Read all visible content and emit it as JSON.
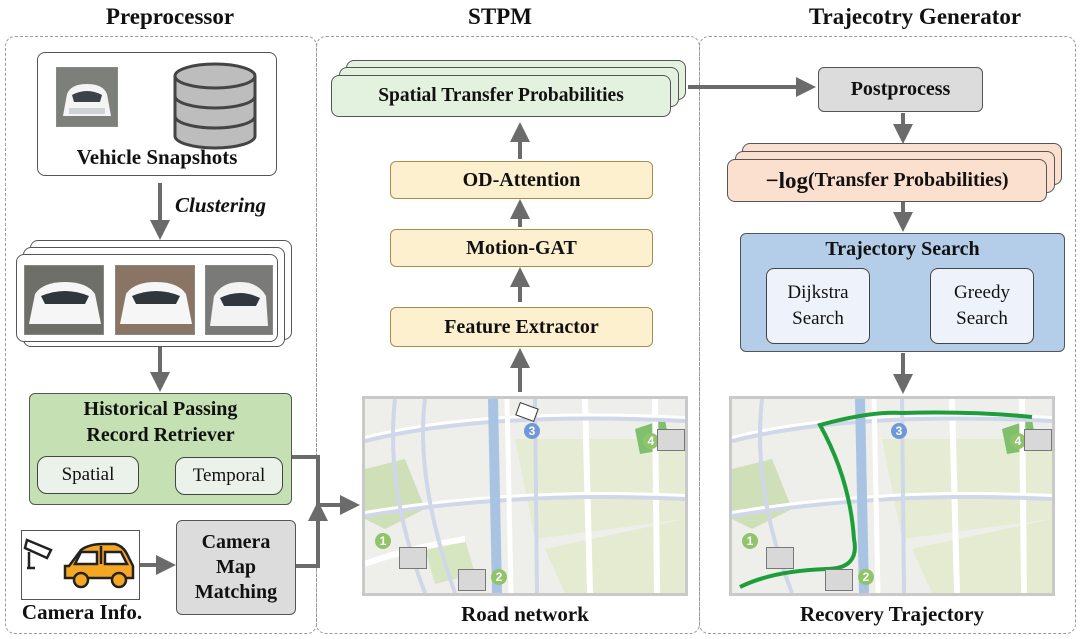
{
  "columns": {
    "preprocessor": "Preprocessor",
    "stpm": "STPM",
    "generator": "Trajecotry Generator"
  },
  "preprocessor": {
    "vehicle_snapshots": "Vehicle Snapshots",
    "clustering": "Clustering",
    "hprr_line1": "Historical Passing",
    "hprr_line2": "Record Retriever",
    "spatial": "Spatial",
    "temporal": "Temporal",
    "cmm_line1": "Camera",
    "cmm_line2": "Map",
    "cmm_line3": "Matching",
    "camera_info": "Camera Info."
  },
  "stpm": {
    "spatial_transfer": "Spatial Transfer Probabilities",
    "od_attention": "OD-Attention",
    "motion_gat": "Motion-GAT",
    "feature_extractor": "Feature Extractor",
    "road_network": "Road network"
  },
  "generator": {
    "postprocess": "Postprocess",
    "neg_log_prefix": "−log",
    "neg_log_body": "(Transfer Probabilities)",
    "trajectory_search": "Trajectory Search",
    "dijkstra_line1": "Dijkstra",
    "dijkstra_line2": "Search",
    "greedy_line1": "Greedy",
    "greedy_line2": "Search",
    "recovery": "Recovery Trajectory"
  },
  "map_markers": [
    "1",
    "2",
    "3",
    "4"
  ],
  "colors": {
    "yellow_fill": "#fdf0cf",
    "green_fill": "#e3f1df",
    "hprr_fill": "#c5e0b3",
    "pink_fill": "#fbe0cf",
    "blue_fill": "#b4cde9",
    "grey_fill": "#dcdcdc",
    "trajectory": "#1e9e3a",
    "arrow": "#6b6b6b"
  }
}
